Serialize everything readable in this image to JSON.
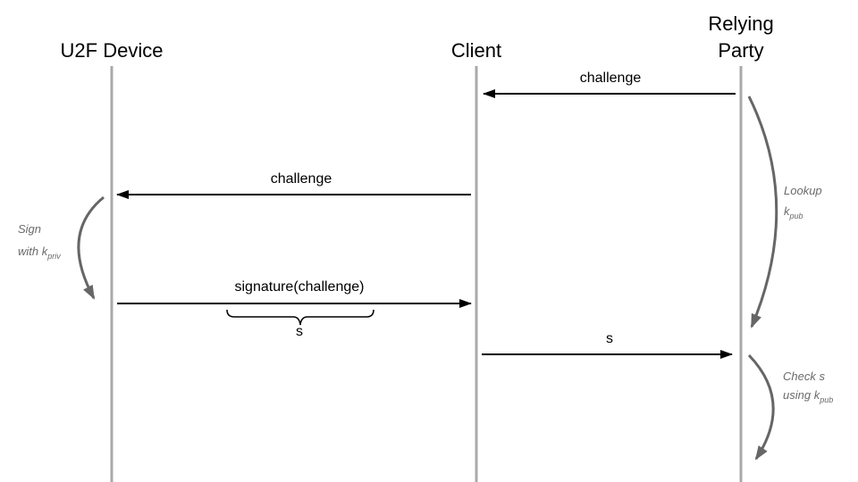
{
  "actors": {
    "device": "U2F Device",
    "client": "Client",
    "rp_line1": "Relying",
    "rp_line2": "Party"
  },
  "messages": {
    "rp_to_client": "challenge",
    "client_to_device": "challenge",
    "device_to_client": "signature(challenge)",
    "brace_label": "s",
    "client_to_rp": "s"
  },
  "notes": {
    "sign_line1": "Sign",
    "sign_with": "with k",
    "sign_sub": "priv",
    "lookup_line1": "Lookup",
    "lookup_k": "k",
    "lookup_sub": "pub",
    "check_line1": "Check s",
    "check_using": "using k",
    "check_sub": "pub"
  },
  "colors": {
    "lifeline": "#a9a9a9",
    "arrow": "#000000",
    "note_text": "#6b6b6b",
    "curve": "#666666"
  }
}
